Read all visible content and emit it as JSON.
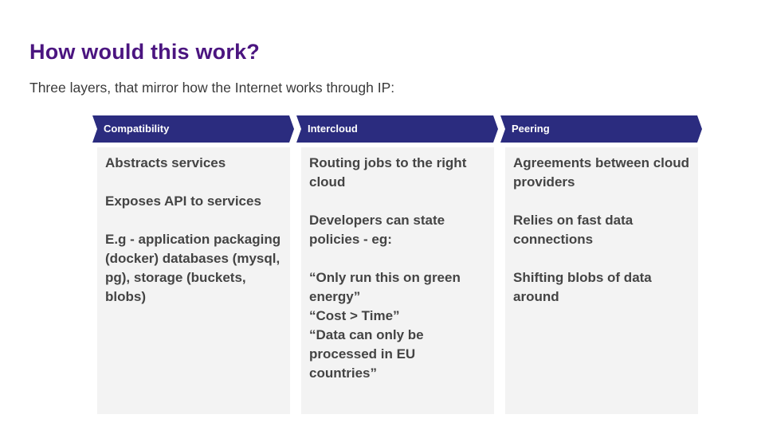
{
  "slide": {
    "title": "How would this work?",
    "subtitle": "Three layers, that mirror how the Internet works through IP:"
  },
  "colors": {
    "title": "#4b1580",
    "header_fill": "#2b2c7f",
    "panel_fill": "#f3f3f3",
    "body_text": "#444444"
  },
  "layers": [
    {
      "label": "Compatibility",
      "paragraphs": [
        "Abstracts services",
        "Exposes API to services",
        "E.g - application packaging (docker) databases (mysql, pg), storage (buckets, blobs)"
      ]
    },
    {
      "label": "Intercloud",
      "paragraphs": [
        "Routing jobs to the right cloud",
        "Developers can state policies - eg:",
        "“Only run this on green energy”\n“Cost > Time”\n“Data can only be processed in EU countries”"
      ]
    },
    {
      "label": "Peering",
      "paragraphs": [
        "Agreements between cloud providers",
        "Relies on fast data connections",
        "Shifting blobs of data around"
      ]
    }
  ]
}
